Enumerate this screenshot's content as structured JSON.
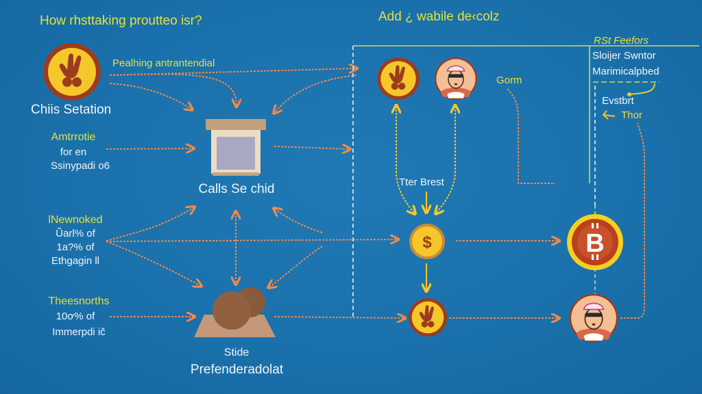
{
  "titles": {
    "left": "How rhsttaking proutteo isr?",
    "right": "Add ¿ wabile de‹colz"
  },
  "left_column": {
    "top_node": {
      "icon": "hand-badge-icon",
      "caption": "Chiis Setation",
      "arrow_label": "Pealhing antrantendial"
    },
    "block_1": {
      "heading": "Amtrrotie",
      "lines": [
        "for en",
        "Ssinypadi o6"
      ]
    },
    "block_2": {
      "heading": "lNewnoked",
      "lines": [
        "Ũarl% of",
        "1a?% of",
        "Ethgagin ll"
      ]
    },
    "block_3": {
      "heading": "Theesnorths",
      "lines": [
        "10ơ% of",
        "Immerpdi ič"
      ]
    }
  },
  "center": {
    "container": {
      "icon": "container-box-icon",
      "caption": "Calls Se chid"
    },
    "pile": {
      "icon": "pile-icon",
      "caption_line1": "Stide",
      "caption_line2": "Prefenderadolat"
    }
  },
  "right_panel": {
    "nodes": [
      {
        "id": "hand-top",
        "icon": "hand-badge-icon"
      },
      {
        "id": "person-top",
        "icon": "person-helmet-icon"
      },
      {
        "id": "coin-middle",
        "icon": "coin-icon"
      },
      {
        "id": "hand-bottom",
        "icon": "hand-badge-icon"
      },
      {
        "id": "bitcoin",
        "icon": "bitcoin-icon"
      },
      {
        "id": "person-bottom",
        "icon": "person-helmet-icon"
      }
    ],
    "label_gorm": "Gorm",
    "label_tier": "Tter Brest"
  },
  "legend": {
    "heading": "RSt Feefors",
    "lines": [
      "Sloijer Swntor",
      "Marimicalpbed"
    ],
    "sub_label": "Evstbrt",
    "sub_heading": "Thor"
  },
  "colors": {
    "background": "#1c72ad",
    "accent_yellow": "#e6e13a",
    "arrow_orange": "#f08a4b",
    "badge_yellow": "#f5c72a",
    "badge_brown": "#9c3c1e"
  }
}
